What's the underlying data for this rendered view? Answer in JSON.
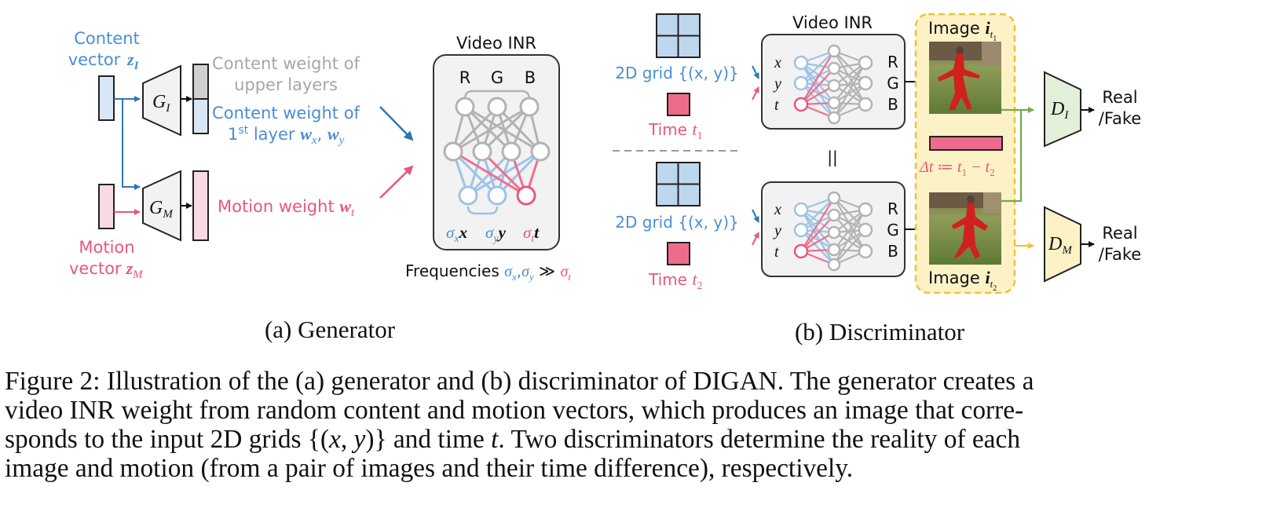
{
  "colors": {
    "blue": "#4a8ed6",
    "blue_arrow": "#2e75b6",
    "pink": "#e8587a",
    "gray": "#b3b3b3",
    "gray_text": "#a6a6a6",
    "box_fill": "#f2f2f2",
    "yellow": "#f2c232",
    "yellow_fill": "#fdf1c6",
    "green": "#70ad47",
    "light_blue_fill": "#d8e7f6",
    "light_pink_fill": "#f9d9e2",
    "pink_fill": "#ee6c8b",
    "grid_fill": "#bdd7ee"
  },
  "generator": {
    "content_vector_line1": "Content",
    "content_vector_line2": "vector",
    "content_vector_sym": "z",
    "content_vector_sub": "I",
    "gi_sym": "G",
    "gi_sub": "I",
    "gm_sym": "G",
    "gm_sub": "M",
    "content_upper_line1": "Content weight of",
    "content_upper_line2": "upper layers",
    "content_first_line1": "Content weight of",
    "content_first_prefix": "1",
    "content_first_sup": "st",
    "content_first_mid": " layer ",
    "content_first_w1": "w",
    "content_first_sub1": "x",
    "content_first_comma": ", ",
    "content_first_w2": "w",
    "content_first_sub2": "y",
    "motion_weight_label": "Motion weight ",
    "motion_weight_sym": "w",
    "motion_weight_sub": "t",
    "motion_vector_line1": "Motion",
    "motion_vector_line2": "vector",
    "motion_vector_sym": "z",
    "motion_vector_sub": "M",
    "inr_title": "Video INR",
    "out_r": "R",
    "out_g": "G",
    "out_b": "B",
    "in_sigma": "σ",
    "in_x_sub": "x",
    "in_x": "x",
    "in_y_sub": "y",
    "in_y": "y",
    "in_t_sub": "t",
    "in_t": "t",
    "freq_label": "Frequencies ",
    "freq_relation": " ≫ ",
    "caption": "(a) Generator"
  },
  "discriminator": {
    "grid_label": "2D grid {(x, y)}",
    "time1_label": "Time ",
    "time_sym": "t",
    "time1_sub": "1",
    "time2_sub": "2",
    "inr_title": "Video INR",
    "in_x": "x",
    "in_y": "y",
    "in_t": "t",
    "out_r": "R",
    "out_g": "G",
    "out_b": "B",
    "equals": "||",
    "image_label": "Image ",
    "image_sym": "i",
    "image_sub_t": "t",
    "image_sub_1": "1",
    "image_sub_2": "2",
    "delta_label": "Δt ≔ t",
    "delta_sub1": "1",
    "delta_minus": " − t",
    "delta_sub2": "2",
    "di_sym": "D",
    "di_sub": "I",
    "dm_sym": "D",
    "dm_sub": "M",
    "real_fake_1": "Real",
    "real_fake_2": "/Fake",
    "caption": "(b) Discriminator"
  },
  "figure_caption": {
    "line1": "Figure 2: Illustration of the (a) generator and (b) discriminator of DIGAN. The generator creates a",
    "line2": "video INR weight from random content and motion vectors, which produces an image that corre-",
    "line3_a": "sponds to the input 2D grids {(",
    "line3_x": "x",
    "line3_comma": ", ",
    "line3_y": "y",
    "line3_b": ")} and time ",
    "line3_t": "t",
    "line3_c": ". Two discriminators determine the reality of each",
    "line4": "image and motion (from a pair of images and their time difference), respectively."
  }
}
